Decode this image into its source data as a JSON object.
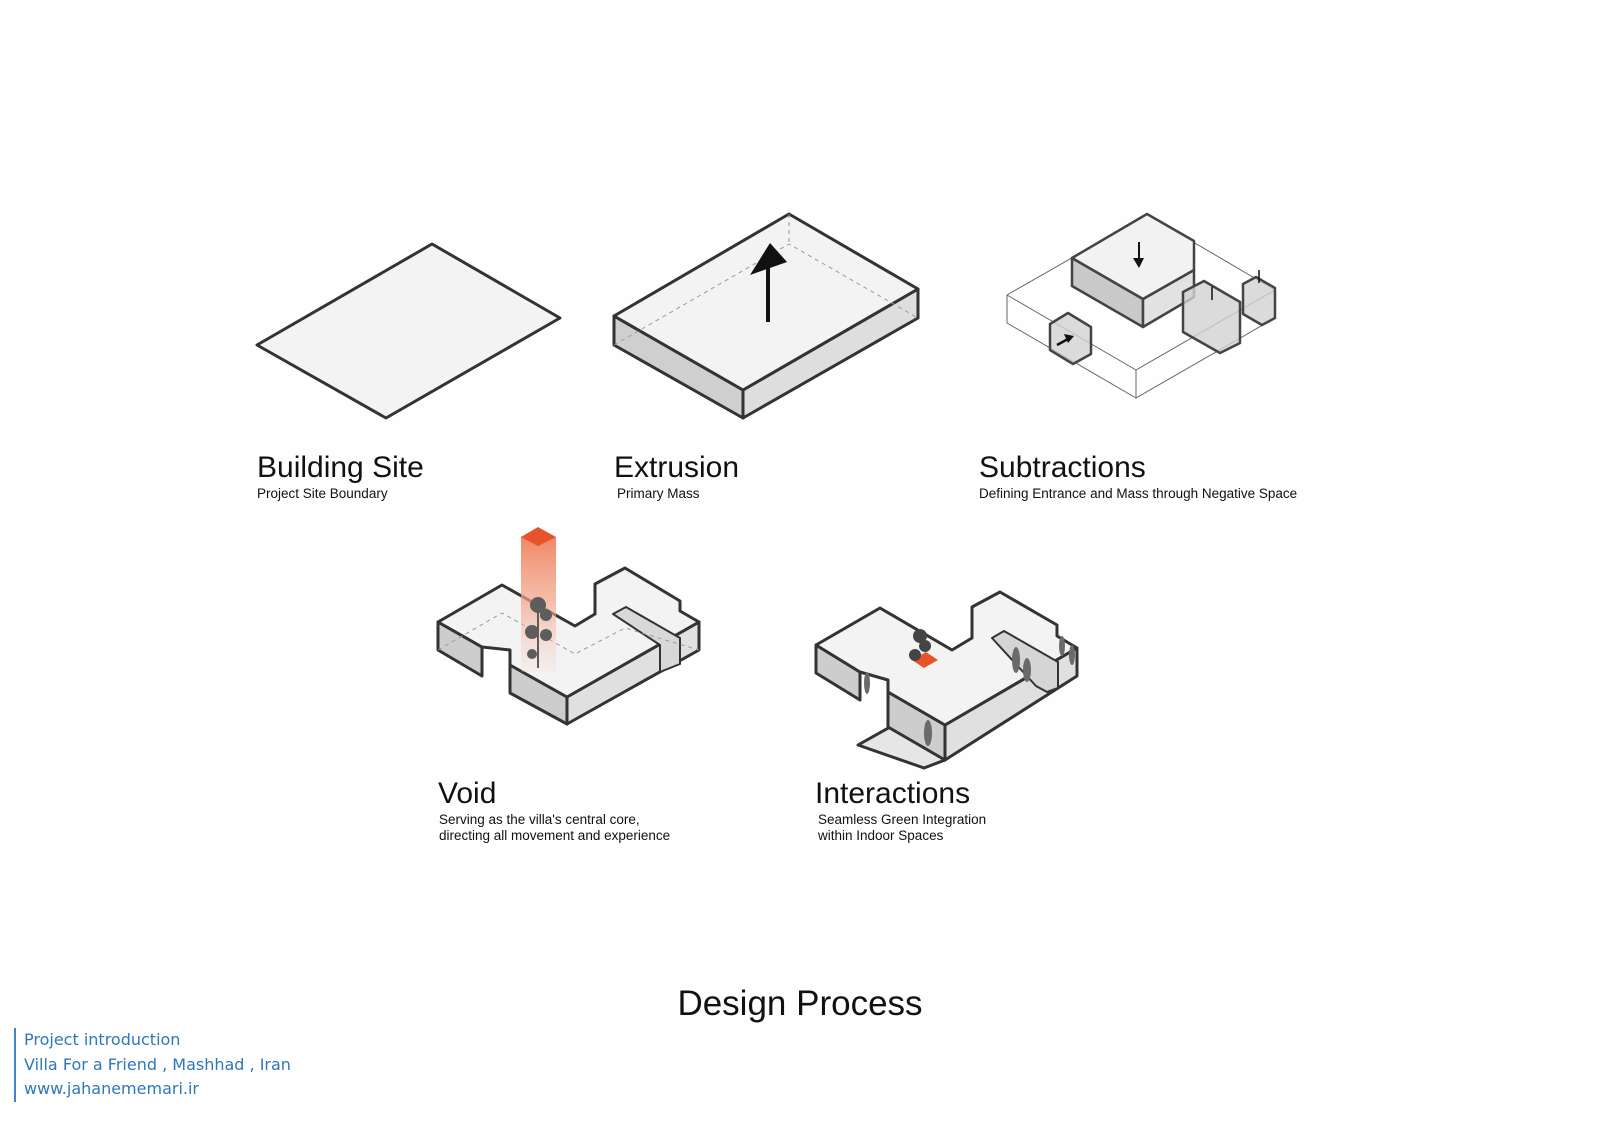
{
  "steps": [
    {
      "title": "Building Site",
      "subtitle": "Project Site Boundary"
    },
    {
      "title": "Extrusion",
      "subtitle": "Primary Mass"
    },
    {
      "title": "Subtractions",
      "subtitle": "Defining Entrance and Mass through Negative Space"
    },
    {
      "title": "Void",
      "subtitle": "Serving as the villa's central core,\ndirecting all movement and experience"
    },
    {
      "title": "Interactions",
      "subtitle": "Seamless Green Integration\nwithin Indoor Spaces"
    }
  ],
  "main_title": "Design Process",
  "credits": {
    "line1": "Project introduction",
    "line2": "Villa For a Friend , Mashhad , Iran",
    "line3": "www.jahanememari.ir"
  },
  "colors": {
    "accent": "#e8542a",
    "text": "#111111",
    "credit_blue": "#2f78bc",
    "face_top": "#f1f1f1",
    "face_side": "#cfcfcf"
  }
}
